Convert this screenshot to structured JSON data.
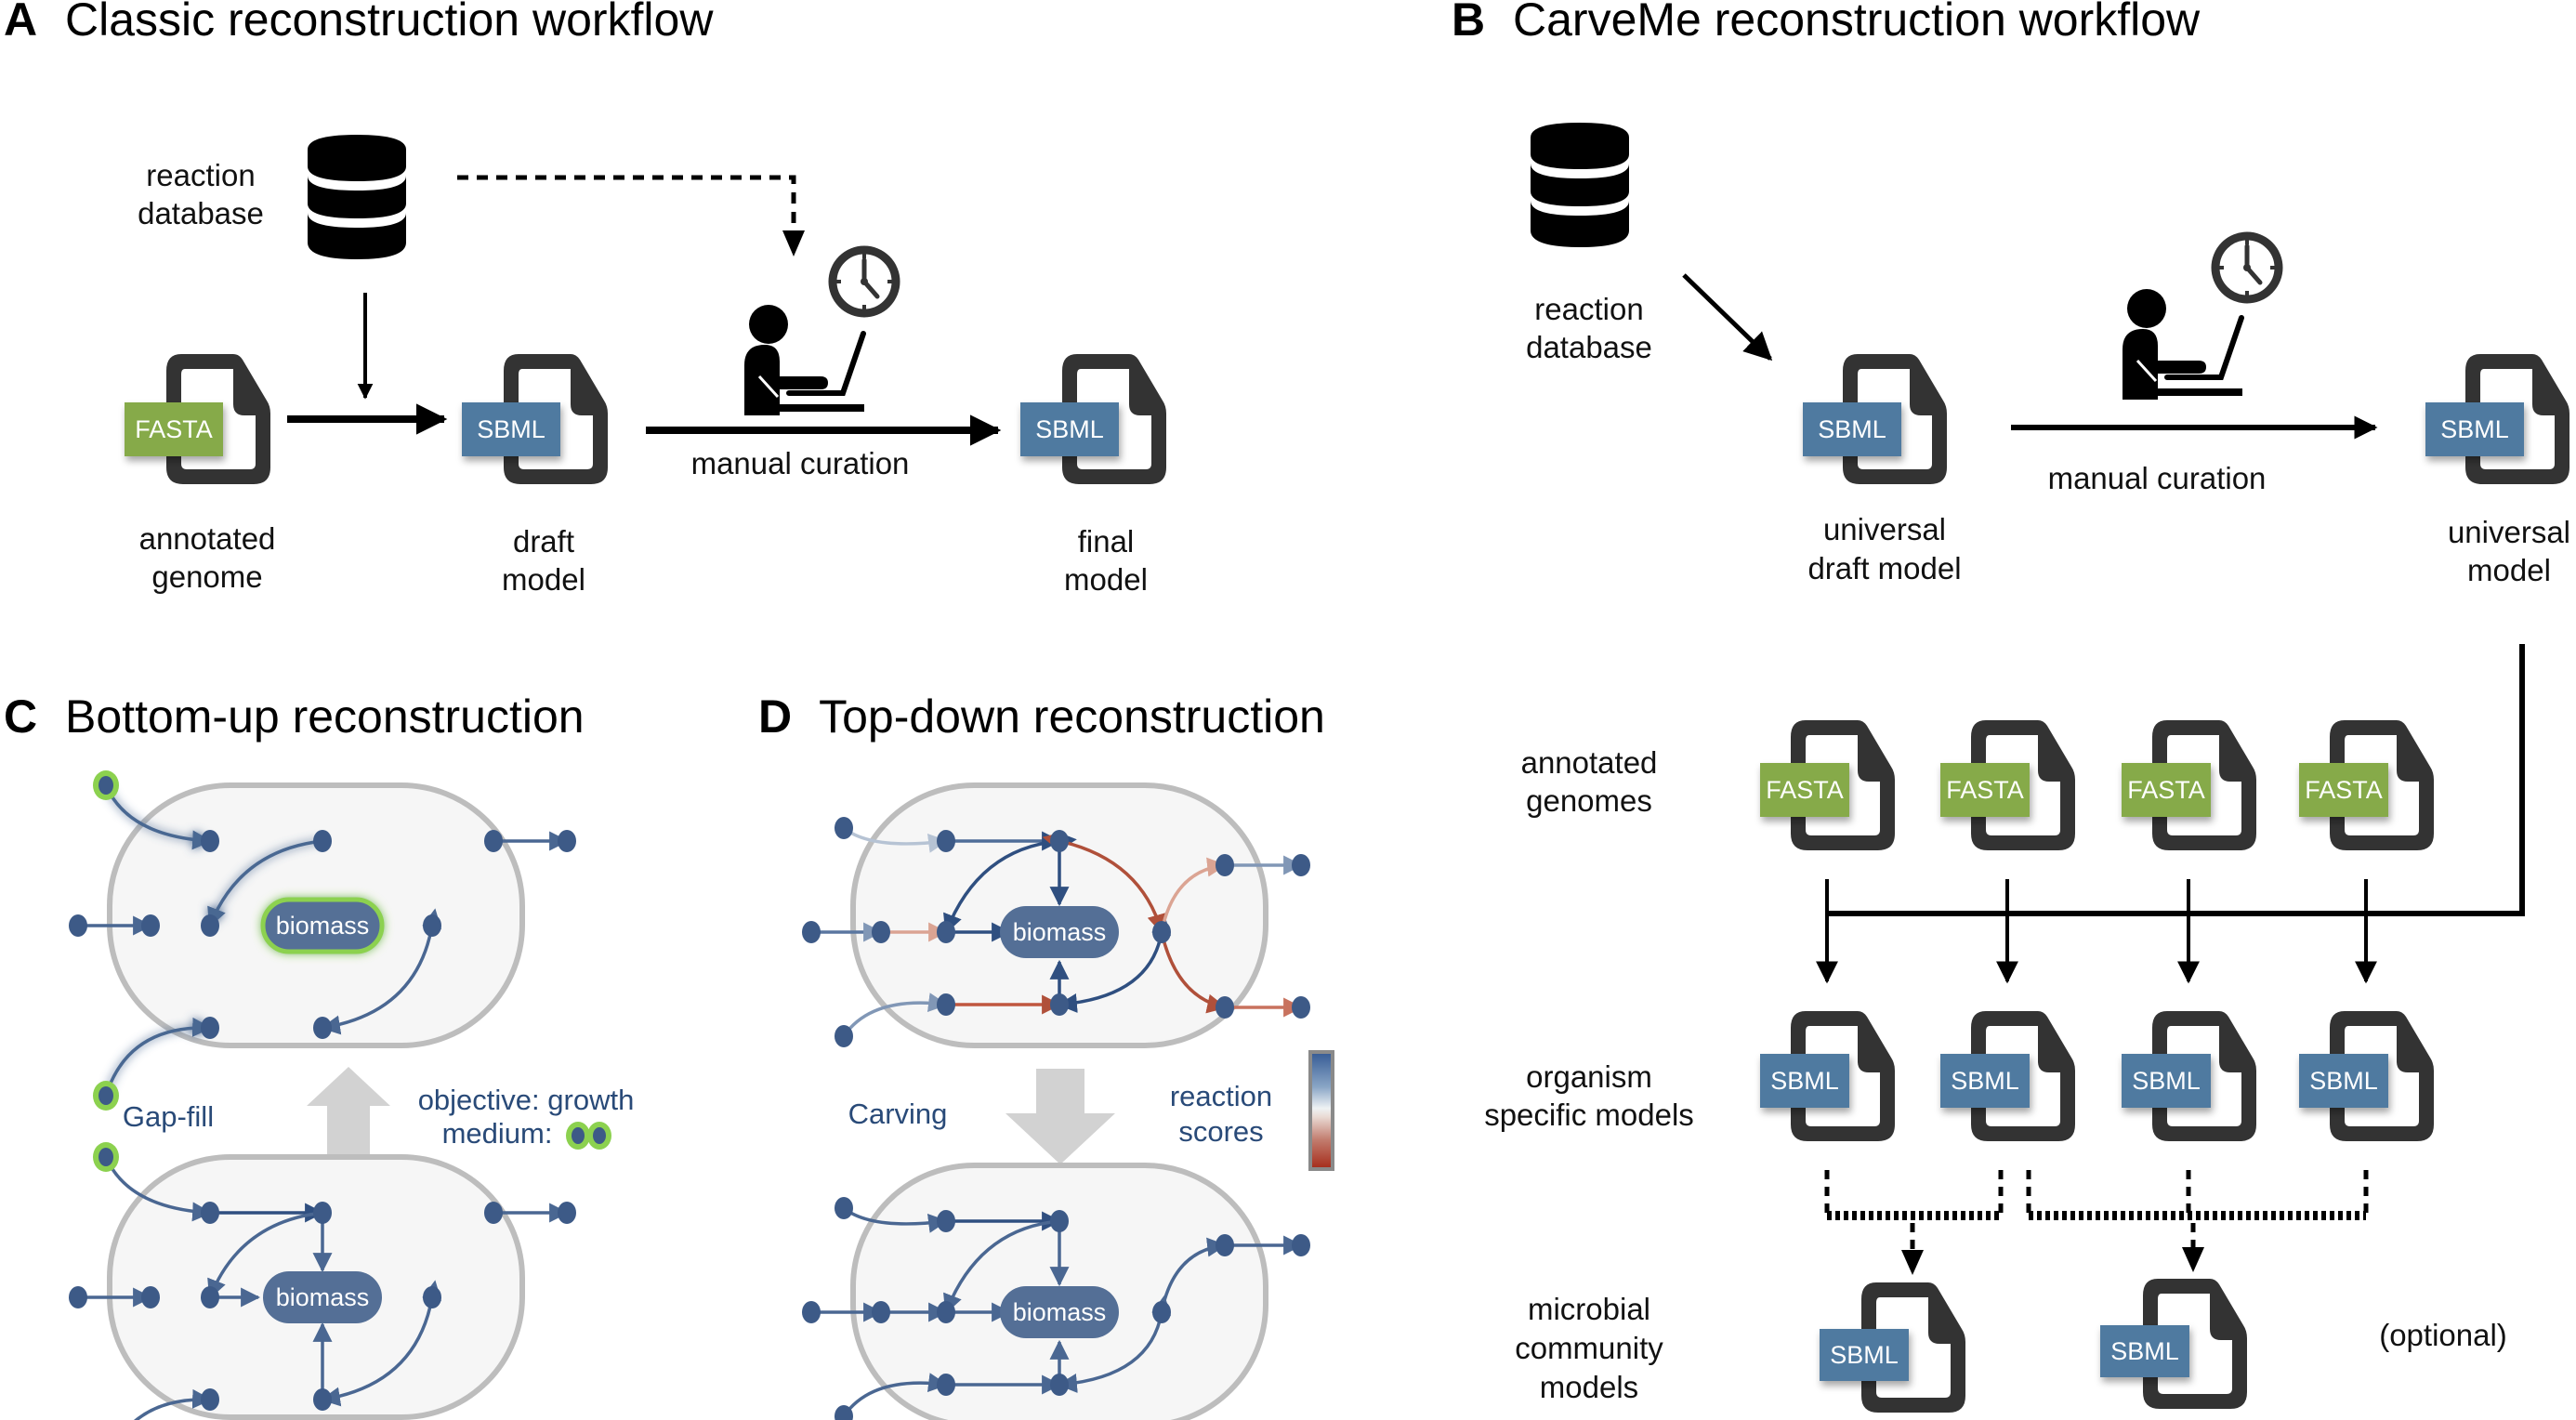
{
  "panels": {
    "A": {
      "letter": "A",
      "title": "Classic reconstruction workflow",
      "database_label": [
        "reaction",
        "database"
      ],
      "files": [
        {
          "tag": "FASTA",
          "tag_color": "#86aa4a",
          "label": [
            "annotated",
            "genome"
          ]
        },
        {
          "tag": "SBML",
          "tag_color": "#4f7aa0",
          "label": [
            "draft",
            "model"
          ]
        },
        {
          "tag": "SBML",
          "tag_color": "#4f7aa0",
          "label": [
            "final",
            "model"
          ]
        }
      ],
      "step_label": "manual curation"
    },
    "B": {
      "letter": "B",
      "title": "CarveMe reconstruction workflow",
      "database_label": [
        "reaction",
        "database"
      ],
      "universal_draft": {
        "tag": "SBML",
        "label": [
          "universal",
          "draft model"
        ]
      },
      "universal_model": {
        "tag": "SBML",
        "label": [
          "universal",
          "model"
        ]
      },
      "step_label": "manual curation",
      "rows": [
        {
          "label": [
            "annotated",
            "genomes"
          ],
          "tag": "FASTA",
          "count": 4
        },
        {
          "label": [
            "organism",
            "specific models"
          ],
          "tag": "SBML",
          "count": 4
        },
        {
          "label": [
            "microbial",
            "community",
            "models"
          ],
          "tag": "SBML",
          "count": 2
        }
      ],
      "optional_label": "(optional)"
    },
    "C": {
      "letter": "C",
      "title": "Bottom-up reconstruction",
      "node_label": "biomass",
      "method_label": "Gap-fill",
      "objective_label": "objective: growth",
      "medium_label": "medium:"
    },
    "D": {
      "letter": "D",
      "title": "Top-down reconstruction",
      "node_label": "biomass",
      "method_label": "Carving",
      "scores_label": [
        "reaction",
        "scores"
      ]
    }
  },
  "colors": {
    "fasta": "#86aa4a",
    "sbml": "#4f7aa0",
    "node": "#3d5a87",
    "edge_blue": "#4a6792",
    "edge_red": "#b0503a",
    "medium_ring": "#8cd14f",
    "file_outline": "#333333",
    "cell_fill": "#f6f6f6",
    "cell_stroke": "#bdbdbd",
    "big_arrow": "#d2d2d2",
    "label_blue": "#294a78"
  }
}
